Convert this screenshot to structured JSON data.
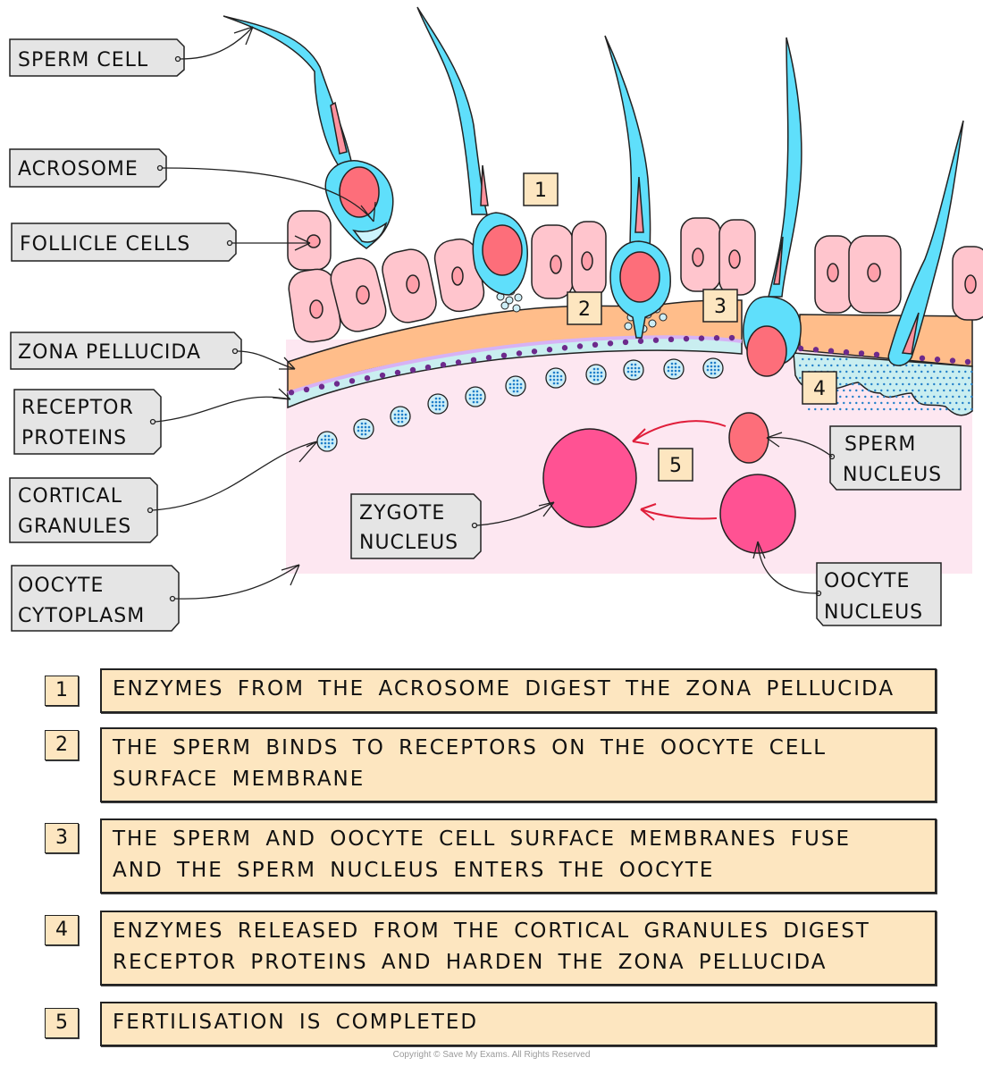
{
  "title": "Fertilisation: acrosome reaction and cortical reaction",
  "labels": {
    "sperm_cell": [
      "SPERM  CELL"
    ],
    "acrosome": [
      "ACROSOME"
    ],
    "follicle_cells": [
      "FOLLICLE  CELLS"
    ],
    "zona_pellucida": [
      "ZONA  PELLUCIDA"
    ],
    "receptor_proteins": [
      "RECEPTOR",
      "PROTEINS"
    ],
    "cortical_granules": [
      "CORTICAL",
      "GRANULES"
    ],
    "oocyte_cytoplasm": [
      "OOCYTE",
      "CYTOPLASM"
    ],
    "zygote_nucleus": [
      "ZYGOTE",
      "NUCLEUS"
    ],
    "sperm_nucleus": [
      "SPERM",
      "NUCLEUS"
    ],
    "oocyte_nucleus": [
      "OOCYTE",
      "NUCLEUS"
    ]
  },
  "diagram_markers": [
    "1",
    "2",
    "3",
    "4",
    "5"
  ],
  "steps": [
    {
      "number": "1",
      "text": "ENZYMES FROM THE ACROSOME DIGEST THE ZONA PELLUCIDA"
    },
    {
      "number": "2",
      "text": "THE SPERM BINDS TO RECEPTORS ON THE OOCYTE CELL SURFACE MEMBRANE"
    },
    {
      "number": "3",
      "text": "THE SPERM AND OOCYTE CELL SURFACE MEMBRANES FUSE AND THE SPERM NUCLEUS ENTERS THE OOCYTE"
    },
    {
      "number": "4",
      "text": "ENZYMES RELEASED FROM THE CORTICAL GRANULES DIGEST RECEPTOR  PROTEINS AND HARDEN THE ZONA PELLUCIDA"
    },
    {
      "number": "5",
      "text": "FERTILISATION IS COMPLETED"
    }
  ],
  "copyright": "Copyright © Save My Exams. All Rights Reserved",
  "colors": {
    "sperm": "#5fdffb",
    "sperm_nucleus": "#fd6e7a",
    "midpiece": "#ff929e",
    "follicle": "#ffc5cd",
    "follicle_nucleus": "#ff9faa",
    "zona": "#ffbd8a",
    "membrane": "#d6b2f5",
    "receptor": "#6d2a8c",
    "cytoplasm": "#fde7f1",
    "granule": "#cdeef7",
    "granule_dot": "#1f7ec9",
    "nucleus": "#ff5293",
    "arrow_red": "#e01e3a",
    "tag_bg": "#e5e5e5",
    "box_bg": "#fde6c0"
  }
}
